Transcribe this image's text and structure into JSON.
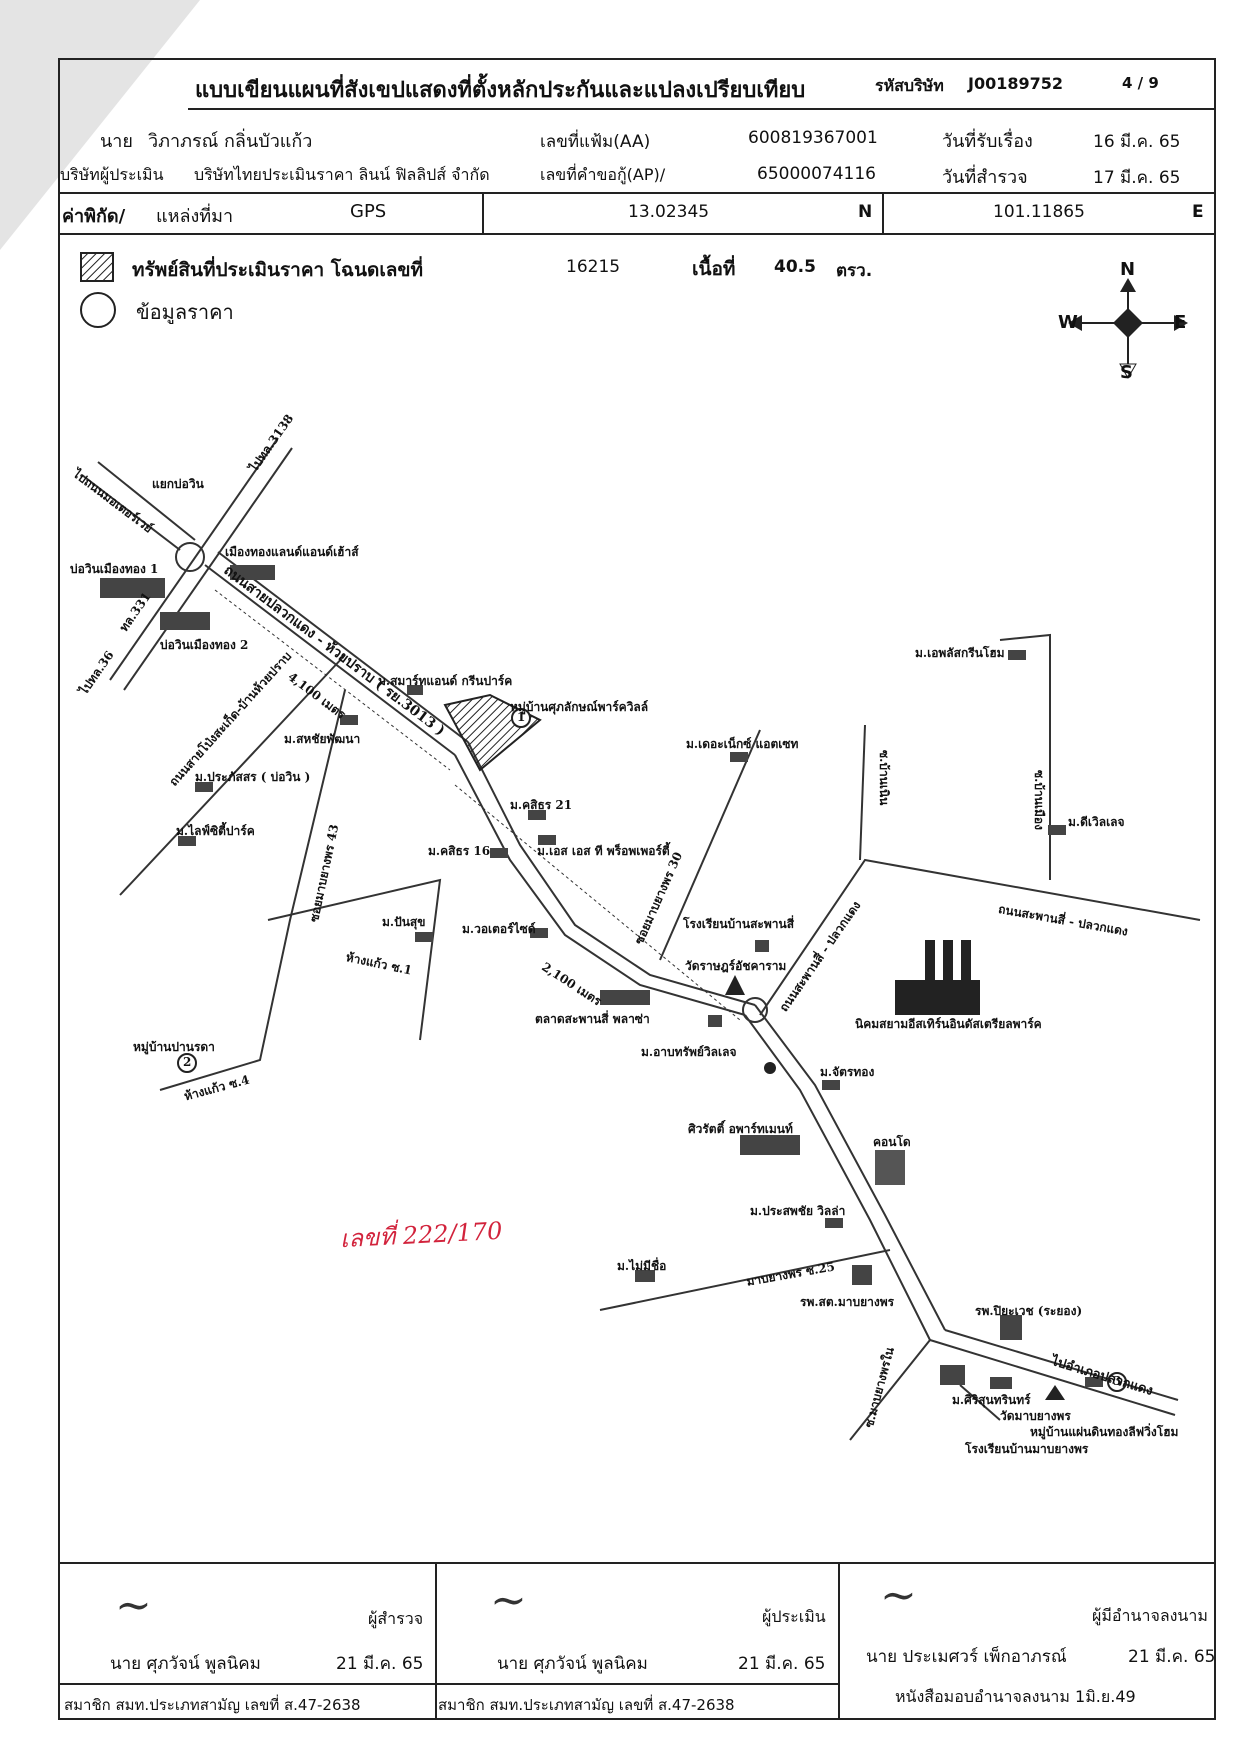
{
  "header": {
    "title": "แบบเขียนแผนที่สังเขปแสดงที่ตั้งหลักประกันและแปลงเปรียบเทียบ",
    "company_code_label": "รหัสบริษัท",
    "company_code": "J00189752",
    "page": "4 /  9"
  },
  "info": {
    "owner_label": "นาย",
    "owner_name": "วิภาภรณ์  กลิ่นบัวแก้ว",
    "file_no_label": "เลขที่แฟ้ม(AA)",
    "file_no": "600819367001",
    "received_label": "วันที่รับเรื่อง",
    "received_date": "16 มี.ค. 65",
    "appraiser_label": "บริษัทผู้ประเมิน",
    "appraiser_name": "บริษัทไทยประเมินราคา ลินน์ ฟิลลิปส์ จำกัด",
    "loan_no_label": "เลขที่คำขอกู้(AP)/",
    "loan_no": "65000074116",
    "survey_label": "วันที่สำรวจ",
    "survey_date": "17 มี.ค. 65",
    "coord_label": "ค่าพิกัด/",
    "source_label": "แหล่งที่มา",
    "source": "GPS",
    "lat": "13.02345",
    "lat_dir": "N",
    "lon": "101.11865",
    "lon_dir": "E"
  },
  "legend": {
    "property_label": "ทรัพย์สินที่ประเมินราคา โฉนดเลขที่",
    "deed_no": "16215",
    "area_label": "เนื้อที่",
    "area": "40.5",
    "area_unit": "ตรว.",
    "price_label": "ข้อมูลราคา"
  },
  "compass": {
    "n": "N",
    "s": "S",
    "e": "E",
    "w": "W"
  },
  "map": {
    "roads": {
      "r3138": "ไปทล.3138",
      "r36": "ไปทล.36",
      "r331": "ทล.331",
      "to_motor": "ไปถนนมอเตอร์เวย์",
      "main_road": "ถนนสายปลวกแดง - ห้วยปราบ ( รย.3013 )",
      "side_road": "ถนนสายโป่งสะเก็ด-บ้านห้วยปราบ",
      "soi43": "ซอยมาบยางพร 43",
      "soi30": "ซอยมาบยางพร 30",
      "sapansi": "ถนนสะพานสี่ - ปลวกแดง",
      "sapansi2": "ถนนสะพานสี่ - ปลวกแดง",
      "hangkaew1": "ห้างแก้ว ซ.1",
      "hangkaew4": "ห้างแก้ว ซ.4",
      "mabyang25": "มาบยางพร ซ.25",
      "mabyangnai": "ซ.มาบยางพรใน",
      "to_plaukdaeng": "ไปอำเภอปลวกแดง",
      "soi_v1": "ซ.บ้านเมือง",
      "soi_v2": "ซ.บ้านเนิน"
    },
    "distances": {
      "d1": "4,100 เมตร",
      "d2": "2,100 เมตร"
    },
    "places": {
      "junction": "แยกบ่อวิน",
      "muang_thong": "เมืองทองแลนด์แอนด์เฮ้าส์",
      "bowin1": "บ่อวินเมืองทอง 1",
      "bowin2": "บ่อวินเมืองทอง 2",
      "smart": "ม.สมาร์ทแอนด์ กรีนปาร์ค",
      "suk": "หมู่บ้านศุภลักษณ์พาร์ควิลล์",
      "sahat": "ม.สหชัยพัฒนา",
      "prakas": "ม.ประภัสสร ( บ่อวิน )",
      "life": "ม.ไลฟ์ซิตี้ปาร์ค",
      "kasikorn21": "ม.คสิธร 21",
      "kasikorn16": "ม.คสิธร 16",
      "ss": "ม.เอส เอส ที พร็อพเพอร์ตี้",
      "deoneex": "ม.เดอะเน็กซ์ แอตเซท",
      "epl": "ม.เอพลัสกรีนโฮม",
      "dcl": "ม.ดีเวิลเลจ",
      "pansuk": "ม.ปันสุข",
      "water": "ม.วอเตอร์ไซด์",
      "school": "โรงเรียนบ้านสะพานสี่",
      "temple": "วัดราษฎร์อัชคาราม",
      "market": "ตลาดสะพานสี่ พลาซ่า",
      "athap": "ม.อาบทรัพย์วิลเลจ",
      "industry": "นิคมสยามอีสเทิร์นอินดัสเตรียลพาร์ค",
      "chattong": "ม.จัตรทอง",
      "pannarak": "หมู่บ้านปานรดา",
      "siwat": "ศิวรัตติ์ อพาร์ทเมนท์",
      "condo": "คอนโด",
      "prasop": "ม.ประสพชัย วิลล่า",
      "nameless": "ม.ไม่มีชื่อ",
      "hospital": "รพ.สต.มาบยางพร",
      "piyavate": "รพ.ปิยะเวช (ระยอง)",
      "sirisoon": "ม.ศิริสุนทรินทร์",
      "wat_mab": "วัดมาบยางพร",
      "pandin": "หมู่บ้านแผ่นดินทองลีฟวิ่งโฮม",
      "school2": "โรงเรียนบ้านมาบยางพร"
    },
    "markers": {
      "m1": "1",
      "m2": "2",
      "m3": "3"
    },
    "handwritten": "เลขที่ 222/170"
  },
  "footer": {
    "surveyor_role": "ผู้สำรวจ",
    "surveyor_name": "นาย ศุภวัจน์  พูลนิคม",
    "surveyor_date": "21 มี.ค. 65",
    "appraiser_role": "ผู้ประเมิน",
    "appraiser_name": "นาย ศุภวัจน์  พูลนิคม",
    "appraiser_date": "21 มี.ค. 65",
    "signer_role": "ผู้มีอำนาจลงนาม",
    "signer_name": "นาย ประเมศวร์  เพ็กอาภรณ์",
    "signer_date": "21 มี.ค. 65",
    "member1": "สมาชิก สมท.ประเภทสามัญ เลขที่ ส.47-2638",
    "member2": "สมาชิก สมท.ประเภทสามัญ เลขที่ ส.47-2638",
    "authority": "หนังสือมอบอำนาจลงนาม  1มิ.ย.49"
  }
}
